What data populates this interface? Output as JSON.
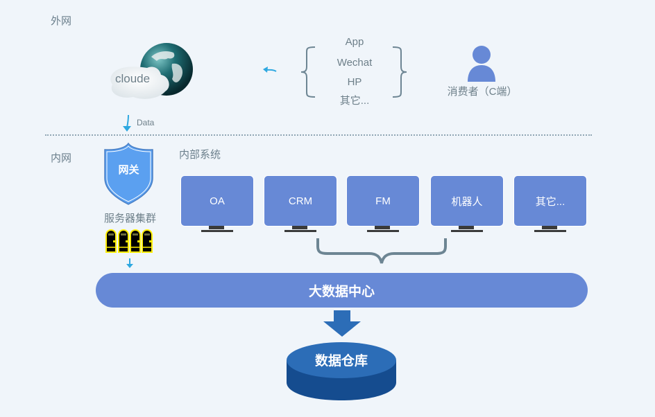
{
  "zones": {
    "outer": "外网",
    "inner": "内网"
  },
  "cloud": {
    "label": "cloude",
    "flow_label": "Data"
  },
  "channels": {
    "items": [
      "App",
      "Wechat",
      "HP",
      "其它..."
    ]
  },
  "consumer": {
    "label": "消费者（C端）"
  },
  "gateway": {
    "label": "网关",
    "cluster_label": "服务器集群",
    "server_count": 4
  },
  "internal_systems": {
    "title": "内部系统",
    "items": [
      {
        "label": "OA"
      },
      {
        "label": "CRM"
      },
      {
        "label": "FM"
      },
      {
        "label": "机器人"
      },
      {
        "label": "其它..."
      }
    ]
  },
  "data_center": {
    "label": "大数据中心"
  },
  "warehouse": {
    "label": "数据仓库"
  },
  "colors": {
    "background": "#f0f5fa",
    "primary_blue": "#6789d6",
    "gateway_blue": "#5ba0f0",
    "arrow_cyan": "#2ea8e0",
    "warehouse_top": "#2c6db7",
    "warehouse_side": "#154c8f",
    "text_gray": "#6b7f8c",
    "server_yellow": "#ffee00"
  }
}
